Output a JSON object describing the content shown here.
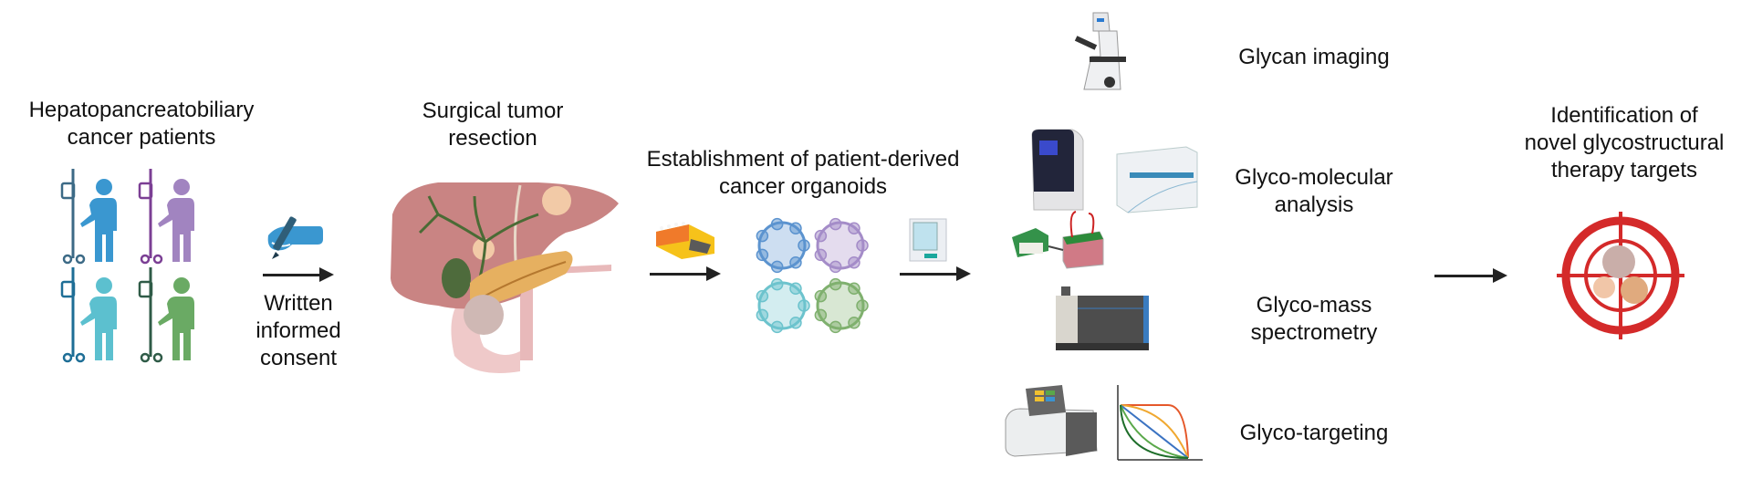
{
  "diagram": {
    "type": "workflow",
    "steps": [
      {
        "id": "patients",
        "label_lines": [
          "Hepatopancreatobiliary",
          "cancer patients"
        ]
      },
      {
        "id": "consent",
        "label_lines": [
          "Written",
          "informed",
          "consent"
        ]
      },
      {
        "id": "resection",
        "label_lines": [
          "Surgical tumor",
          "resection"
        ]
      },
      {
        "id": "organoids",
        "label_lines": [
          "Establishment of patient-derived",
          "cancer organoids"
        ]
      },
      {
        "id": "targets",
        "label_lines": [
          "Identification of",
          "novel glycostructural",
          "therapy targets"
        ]
      }
    ],
    "analyses": [
      {
        "id": "imaging",
        "label_lines": [
          "Glycan imaging"
        ],
        "icons": [
          "microscope-icon"
        ]
      },
      {
        "id": "molecular",
        "label_lines": [
          "Glyco-molecular",
          "analysis"
        ],
        "icons": [
          "pcr-machine-icon",
          "flow-cytometer-icon",
          "gel-electrophoresis-icon"
        ]
      },
      {
        "id": "mass",
        "label_lines": [
          "Glyco-mass",
          "spectrometry"
        ],
        "icons": [
          "mass-spectrometer-icon"
        ]
      },
      {
        "id": "targeting",
        "label_lines": [
          "Glyco-targeting"
        ],
        "icons": [
          "plate-reader-icon",
          "dose-response-curve-icon"
        ]
      }
    ],
    "patient_colors": [
      "#3a97d0",
      "#a184c0",
      "#5cc0cf",
      "#6aaa64"
    ],
    "pole_colors": [
      "#3c6a86",
      "#7b3f94",
      "#1e6e96",
      "#2f5b47"
    ],
    "organoid_colors": [
      "#5b93cf",
      "#a48cc8",
      "#6cc3cd",
      "#7fb06e"
    ],
    "curve_colors": [
      "#e5582a",
      "#f0a830",
      "#3b73c2",
      "#5aa84a",
      "#1e6e2a"
    ],
    "target_color": "#d42a2a",
    "arrow_color": "#222222"
  }
}
